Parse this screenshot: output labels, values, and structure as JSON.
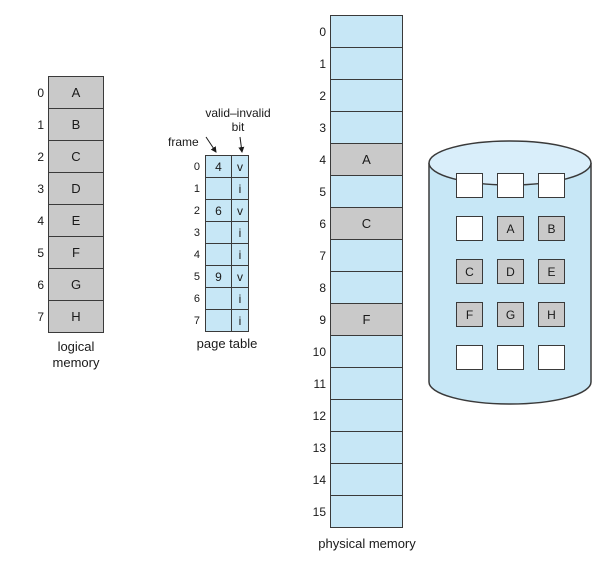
{
  "colors": {
    "light_blue": "#c7e7f6",
    "cylinder_top": "#d9eefa",
    "gray_cell": "#c9c9c9",
    "border": "#3a3a3a"
  },
  "logical_memory": {
    "label": "logical memory",
    "rows": [
      {
        "index": "0",
        "value": "A"
      },
      {
        "index": "1",
        "value": "B"
      },
      {
        "index": "2",
        "value": "C"
      },
      {
        "index": "3",
        "value": "D"
      },
      {
        "index": "4",
        "value": "E"
      },
      {
        "index": "5",
        "value": "F"
      },
      {
        "index": "6",
        "value": "G"
      },
      {
        "index": "7",
        "value": "H"
      }
    ]
  },
  "page_table": {
    "label": "page table",
    "frame_header": "frame",
    "bit_header_line1": "valid–invalid",
    "bit_header_line2": "bit",
    "rows": [
      {
        "index": "0",
        "frame": "4",
        "bit": "v"
      },
      {
        "index": "1",
        "frame": "",
        "bit": "i"
      },
      {
        "index": "2",
        "frame": "6",
        "bit": "v"
      },
      {
        "index": "3",
        "frame": "",
        "bit": "i"
      },
      {
        "index": "4",
        "frame": "",
        "bit": "i"
      },
      {
        "index": "5",
        "frame": "9",
        "bit": "v"
      },
      {
        "index": "6",
        "frame": "",
        "bit": "i"
      },
      {
        "index": "7",
        "frame": "",
        "bit": "i"
      }
    ]
  },
  "physical_memory": {
    "label": "physical memory",
    "rows": [
      {
        "index": "0",
        "value": ""
      },
      {
        "index": "1",
        "value": ""
      },
      {
        "index": "2",
        "value": ""
      },
      {
        "index": "3",
        "value": ""
      },
      {
        "index": "4",
        "value": "A"
      },
      {
        "index": "5",
        "value": ""
      },
      {
        "index": "6",
        "value": "C"
      },
      {
        "index": "7",
        "value": ""
      },
      {
        "index": "8",
        "value": ""
      },
      {
        "index": "9",
        "value": "F"
      },
      {
        "index": "10",
        "value": ""
      },
      {
        "index": "11",
        "value": ""
      },
      {
        "index": "12",
        "value": ""
      },
      {
        "index": "13",
        "value": ""
      },
      {
        "index": "14",
        "value": ""
      },
      {
        "index": "15",
        "value": ""
      }
    ]
  },
  "backing_store": {
    "squares": [
      [
        "",
        "",
        ""
      ],
      [
        "",
        "A",
        "B"
      ],
      [
        "C",
        "D",
        "E"
      ],
      [
        "F",
        "G",
        "H"
      ],
      [
        "",
        "",
        ""
      ]
    ]
  }
}
